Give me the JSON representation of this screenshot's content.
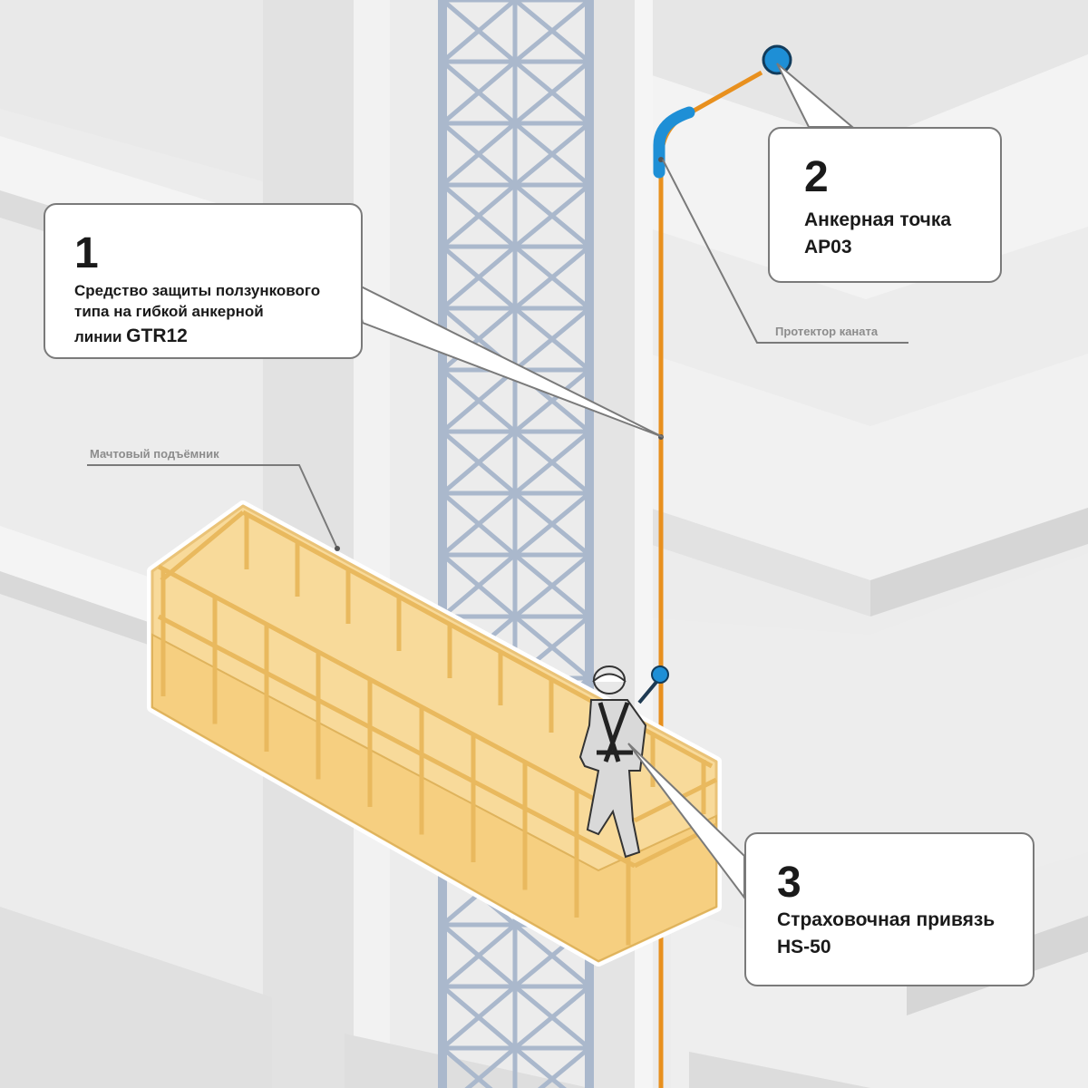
{
  "callouts": [
    {
      "number": "1",
      "line1": "Средство защиты ползункового",
      "line2": "типа на гибкой анкерной",
      "line3": "линии",
      "code": "GTR12"
    },
    {
      "number": "2",
      "line1": "Анкерная точка",
      "code": "AP03"
    },
    {
      "number": "3",
      "line1": "Страховочная привязь",
      "code": "HS-50"
    }
  ],
  "labels": {
    "protector": "Протектор каната",
    "hoist": "Мачтовый подъёмник"
  },
  "colors": {
    "rope": "#e8901e",
    "anchor": "#1e8fd6",
    "platform": "#f8d690",
    "mast": "#aab8cc"
  }
}
